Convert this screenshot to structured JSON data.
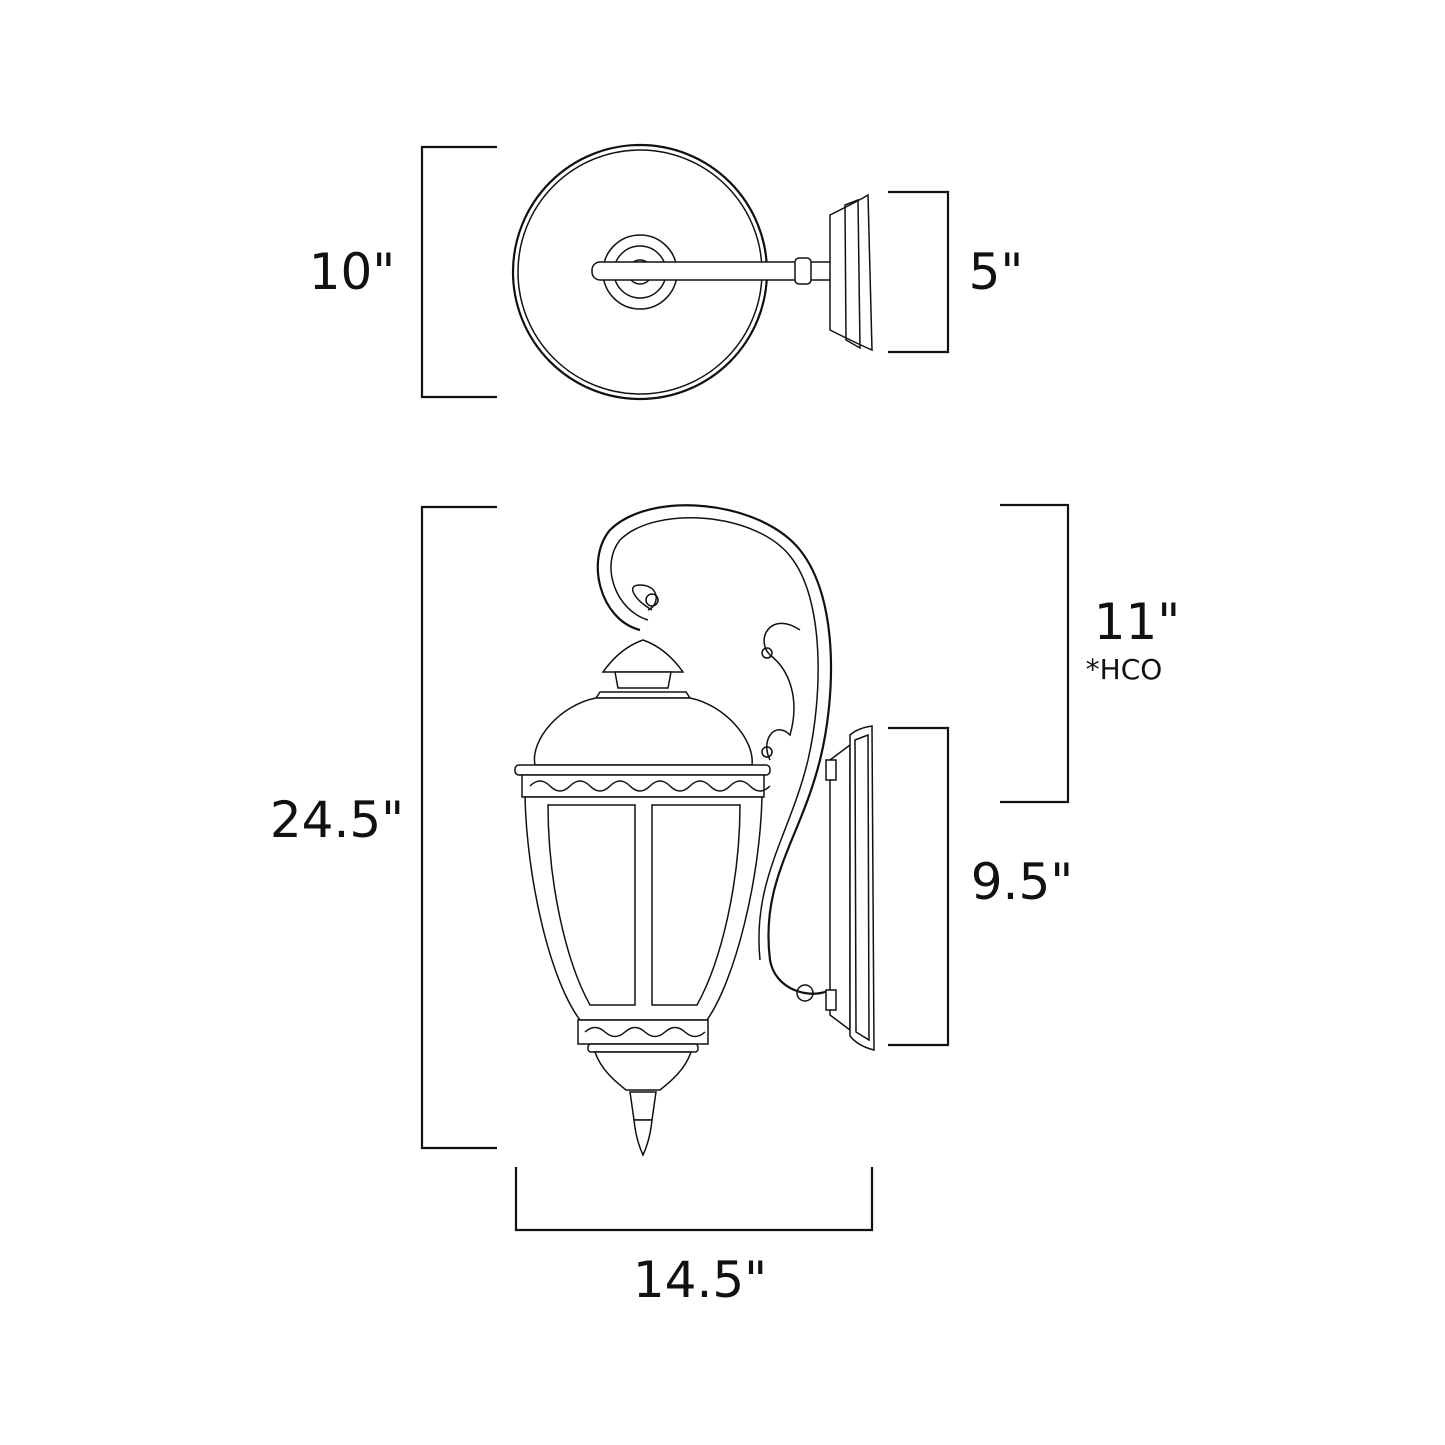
{
  "top_view": {
    "height_label": "10\"",
    "backplate_label": "5\""
  },
  "side_view": {
    "overall_height_label": "24.5\"",
    "hco_label": "11\"",
    "hco_note": "*HCO",
    "backplate_height_label": "9.5\"",
    "width_label": "14.5\""
  },
  "colors": {
    "line": "#111111",
    "background": "#ffffff"
  }
}
